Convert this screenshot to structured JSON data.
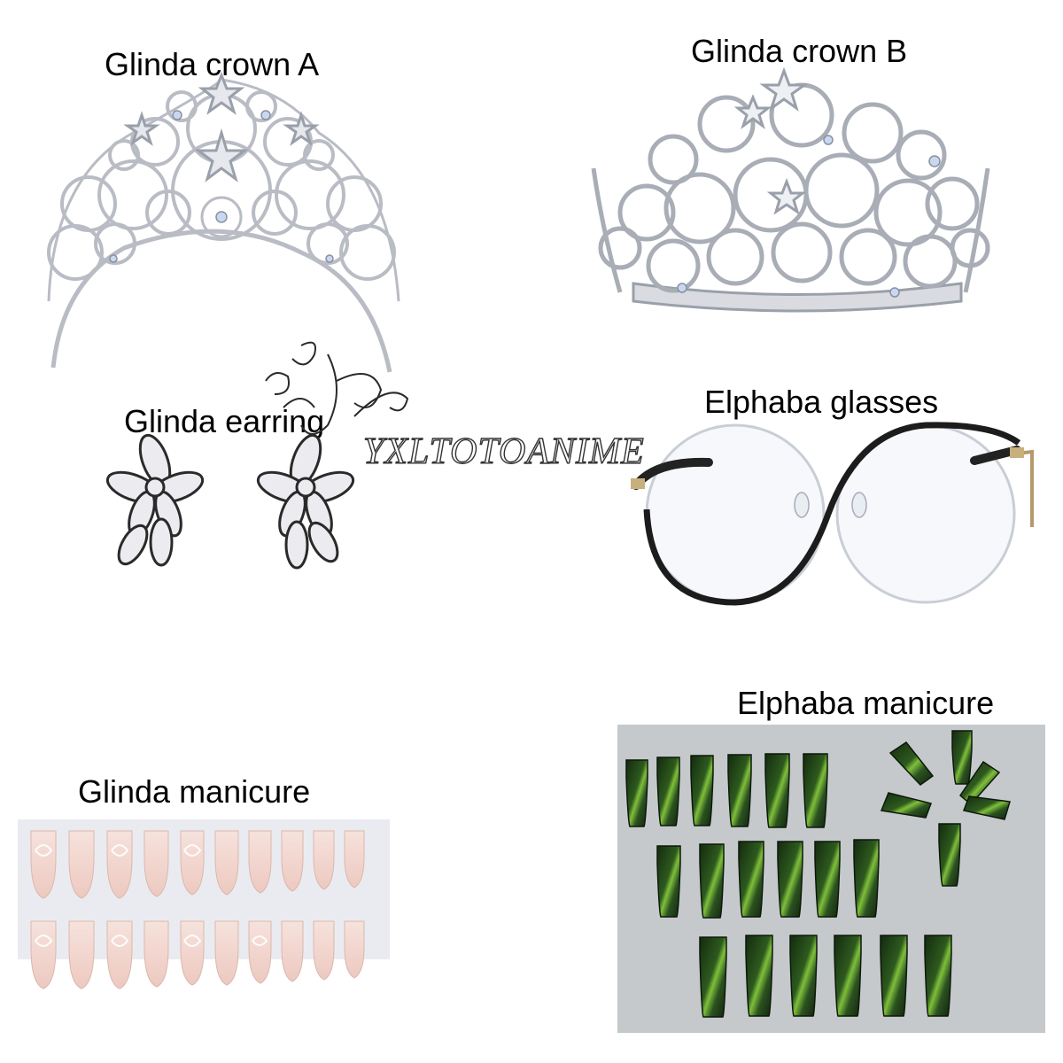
{
  "panels": {
    "crown_a": {
      "label": "Glinda crown A"
    },
    "crown_b": {
      "label": "Glinda crown B"
    },
    "earring": {
      "label": "Glinda earring"
    },
    "glasses": {
      "label": "Elphaba glasses"
    },
    "glinda_manicure": {
      "label": "Glinda manicure"
    },
    "elphaba_manicure": {
      "label": "Elphaba manicure"
    }
  },
  "watermark": {
    "text": "YXLTOTOANIME"
  },
  "colors": {
    "silver": "#b9bcc4",
    "crystal": "#e6e8ee",
    "glasses_frame": "#1c1c1c",
    "nude_nail": "#f1d3cc",
    "green_nail": "#234a1c",
    "green_glow": "#7fbf3a",
    "grey_board": "#c5c9cc"
  }
}
